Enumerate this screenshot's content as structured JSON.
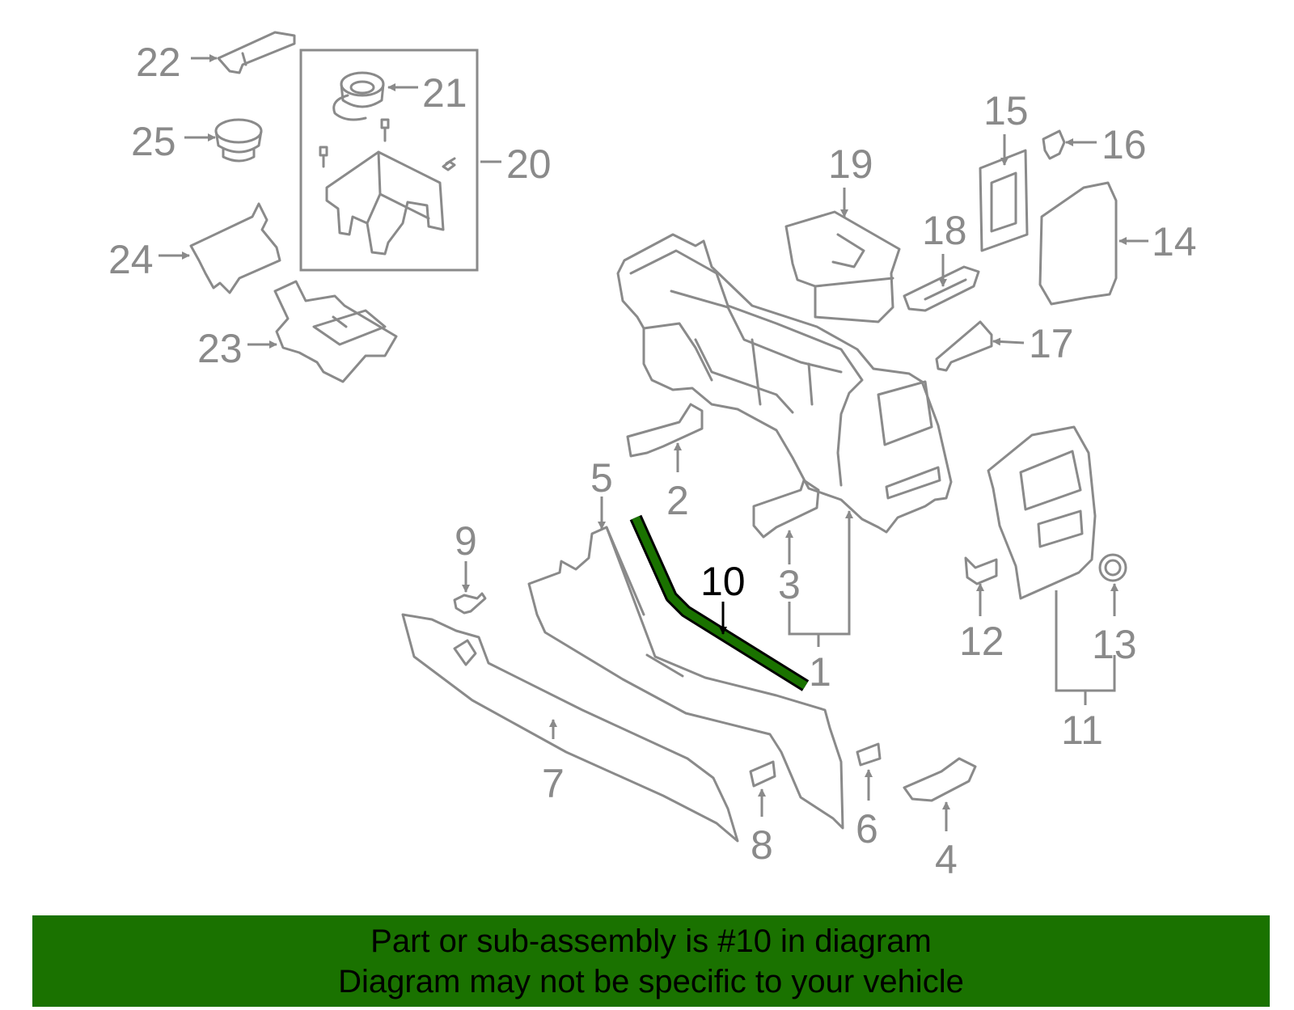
{
  "diagram": {
    "highlighted_part": "10",
    "highlight_color": "#1a7200",
    "callouts": [
      {
        "id": "c1",
        "label": "1"
      },
      {
        "id": "c2",
        "label": "2"
      },
      {
        "id": "c3",
        "label": "3"
      },
      {
        "id": "c4",
        "label": "4"
      },
      {
        "id": "c5",
        "label": "5"
      },
      {
        "id": "c6",
        "label": "6"
      },
      {
        "id": "c7",
        "label": "7"
      },
      {
        "id": "c8",
        "label": "8"
      },
      {
        "id": "c9",
        "label": "9"
      },
      {
        "id": "c10",
        "label": "10"
      },
      {
        "id": "c11",
        "label": "11"
      },
      {
        "id": "c12",
        "label": "12"
      },
      {
        "id": "c13",
        "label": "13"
      },
      {
        "id": "c14",
        "label": "14"
      },
      {
        "id": "c15",
        "label": "15"
      },
      {
        "id": "c16",
        "label": "16"
      },
      {
        "id": "c17",
        "label": "17"
      },
      {
        "id": "c18",
        "label": "18"
      },
      {
        "id": "c19",
        "label": "19"
      },
      {
        "id": "c20",
        "label": "20"
      },
      {
        "id": "c21",
        "label": "21"
      },
      {
        "id": "c22",
        "label": "22"
      },
      {
        "id": "c23",
        "label": "23"
      },
      {
        "id": "c24",
        "label": "24"
      },
      {
        "id": "c25",
        "label": "25"
      }
    ]
  },
  "banner": {
    "line1": "Part or sub-assembly is #10 in diagram",
    "line2": "Diagram may not be specific to your vehicle",
    "background": "#1a7200"
  }
}
